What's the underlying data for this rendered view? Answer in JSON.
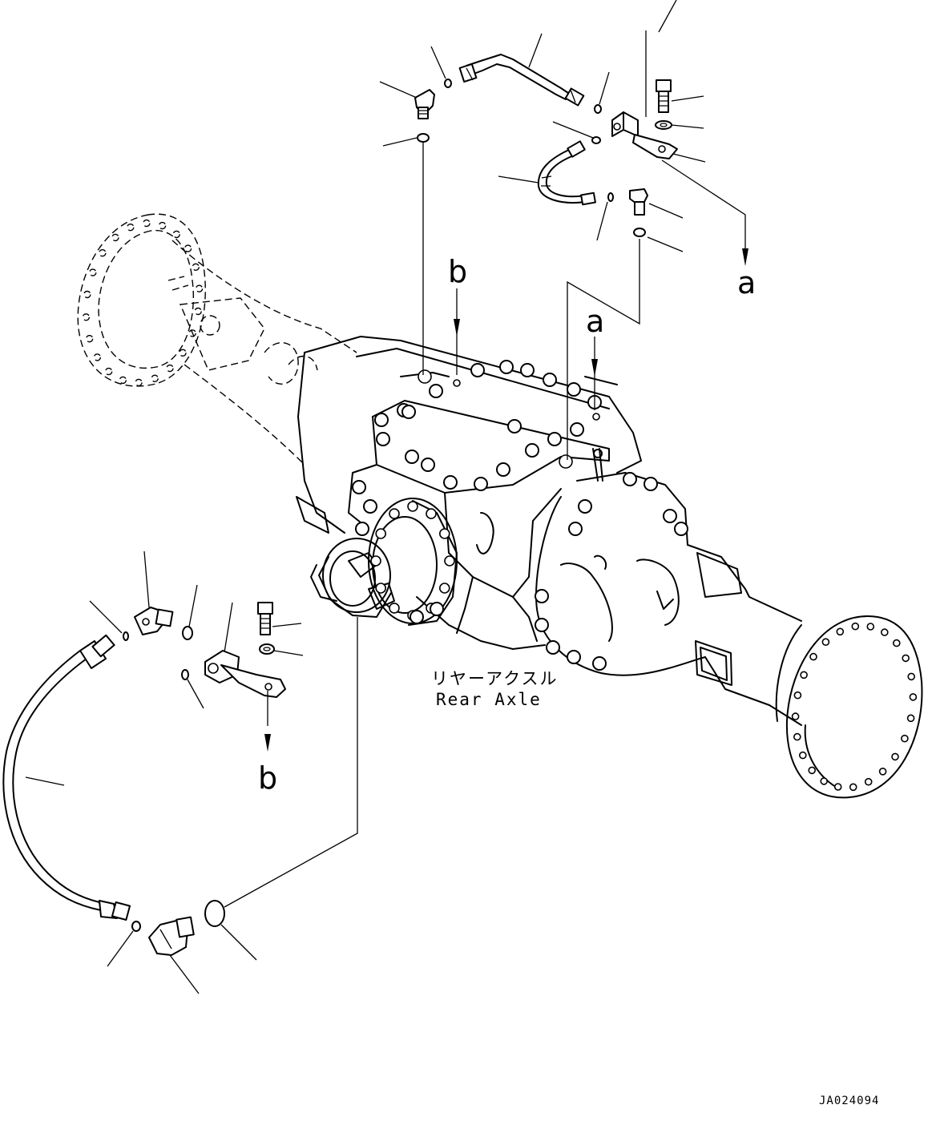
{
  "callouts": {
    "a_top": "a",
    "a_axle": "a",
    "b_axle": "b",
    "b_bottom": "b"
  },
  "caption": {
    "japanese": "リヤーアクスル",
    "english": "Rear Axle"
  },
  "drawing_code": "JA024094"
}
